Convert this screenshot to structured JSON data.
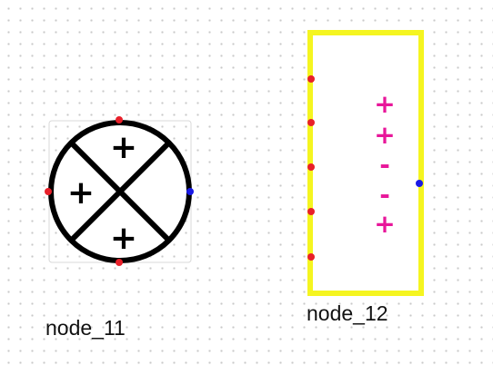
{
  "diagram": {
    "nodes": [
      {
        "id": "node_11",
        "label": "node_11",
        "shape": "circle-with-x",
        "stroke_color": "#000000",
        "sign_color": "#000000",
        "signs": {
          "top": "+",
          "left": "+",
          "bottom": "+"
        },
        "ports": [
          {
            "side": "top",
            "color": "#e8202a"
          },
          {
            "side": "left",
            "color": "#e8202a"
          },
          {
            "side": "bottom",
            "color": "#e8202a"
          },
          {
            "side": "right",
            "color": "#1a1ae6"
          }
        ]
      },
      {
        "id": "node_12",
        "label": "node_12",
        "shape": "rectangle",
        "stroke_color": "#f5f520",
        "sign_color": "#e8179a",
        "signs": [
          "+",
          "+",
          "-",
          "-",
          "+"
        ],
        "ports": [
          {
            "side": "left",
            "color": "#e8202a"
          },
          {
            "side": "left",
            "color": "#e8202a"
          },
          {
            "side": "left",
            "color": "#e8202a"
          },
          {
            "side": "left",
            "color": "#e8202a"
          },
          {
            "side": "left",
            "color": "#e8202a"
          },
          {
            "side": "right",
            "color": "#1a1ae6"
          }
        ]
      }
    ]
  }
}
